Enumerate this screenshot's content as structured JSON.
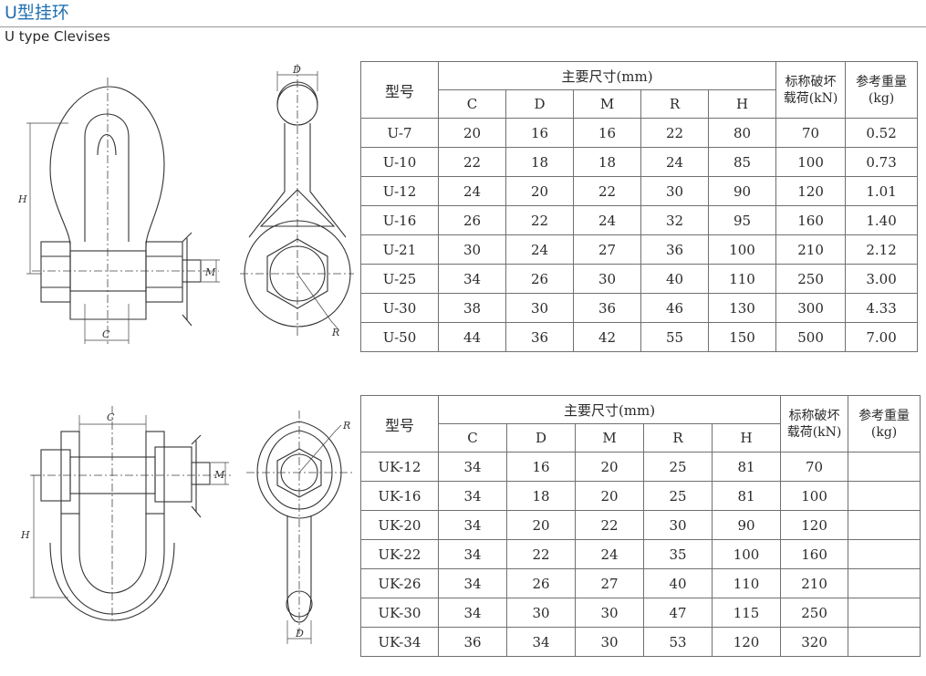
{
  "header": {
    "title": "U型挂环",
    "subtitle": "U type Clevises"
  },
  "tables": [
    {
      "name": "U-series",
      "col_model": "型号",
      "col_main": "主要尺寸(mm)",
      "col_load_line1": "标称破坏",
      "col_load_line2": "载荷(kN)",
      "col_weight_line1": "参考重量",
      "col_weight_line2": "(kg)",
      "sub_cols": [
        "C",
        "D",
        "M",
        "R",
        "H"
      ],
      "rows": [
        {
          "model": "U-7",
          "C": "20",
          "D": "16",
          "M": "16",
          "R": "22",
          "H": "80",
          "load": "70",
          "weight": "0.52"
        },
        {
          "model": "U-10",
          "C": "22",
          "D": "18",
          "M": "18",
          "R": "24",
          "H": "85",
          "load": "100",
          "weight": "0.73"
        },
        {
          "model": "U-12",
          "C": "24",
          "D": "20",
          "M": "22",
          "R": "30",
          "H": "90",
          "load": "120",
          "weight": "1.01"
        },
        {
          "model": "U-16",
          "C": "26",
          "D": "22",
          "M": "24",
          "R": "32",
          "H": "95",
          "load": "160",
          "weight": "1.40"
        },
        {
          "model": "U-21",
          "C": "30",
          "D": "24",
          "M": "27",
          "R": "36",
          "H": "100",
          "load": "210",
          "weight": "2.12"
        },
        {
          "model": "U-25",
          "C": "34",
          "D": "26",
          "M": "30",
          "R": "40",
          "H": "110",
          "load": "250",
          "weight": "3.00"
        },
        {
          "model": "U-30",
          "C": "38",
          "D": "30",
          "M": "36",
          "R": "46",
          "H": "130",
          "load": "300",
          "weight": "4.33"
        },
        {
          "model": "U-50",
          "C": "44",
          "D": "36",
          "M": "42",
          "R": "55",
          "H": "150",
          "load": "500",
          "weight": "7.00"
        }
      ]
    },
    {
      "name": "UK-series",
      "col_model": "型号",
      "col_main": "主要尺寸(mm)",
      "col_load_line1": "标称破坏",
      "col_load_line2": "载荷(kN)",
      "col_weight_line1": "参考重量",
      "col_weight_line2": "(kg)",
      "sub_cols": [
        "C",
        "D",
        "M",
        "R",
        "H"
      ],
      "rows": [
        {
          "model": "UK-12",
          "C": "34",
          "D": "16",
          "M": "20",
          "R": "25",
          "H": "81",
          "load": "70",
          "weight": ""
        },
        {
          "model": "UK-16",
          "C": "34",
          "D": "18",
          "M": "20",
          "R": "25",
          "H": "81",
          "load": "100",
          "weight": ""
        },
        {
          "model": "UK-20",
          "C": "34",
          "D": "20",
          "M": "22",
          "R": "30",
          "H": "90",
          "load": "120",
          "weight": ""
        },
        {
          "model": "UK-22",
          "C": "34",
          "D": "22",
          "M": "24",
          "R": "35",
          "H": "100",
          "load": "160",
          "weight": ""
        },
        {
          "model": "UK-26",
          "C": "34",
          "D": "26",
          "M": "27",
          "R": "40",
          "H": "110",
          "load": "210",
          "weight": ""
        },
        {
          "model": "UK-30",
          "C": "34",
          "D": "30",
          "M": "30",
          "R": "47",
          "H": "115",
          "load": "250",
          "weight": ""
        },
        {
          "model": "UK-34",
          "C": "36",
          "D": "34",
          "M": "30",
          "R": "53",
          "H": "120",
          "load": "320",
          "weight": ""
        }
      ]
    }
  ],
  "drawing_labels": {
    "top_front": {
      "H": "H",
      "C": "C",
      "M": "M"
    },
    "top_side": {
      "D": "D",
      "R": "R"
    },
    "bottom_front": {
      "C": "C",
      "H": "H",
      "M": "M"
    },
    "bottom_side": {
      "R": "R",
      "D": "D"
    }
  }
}
